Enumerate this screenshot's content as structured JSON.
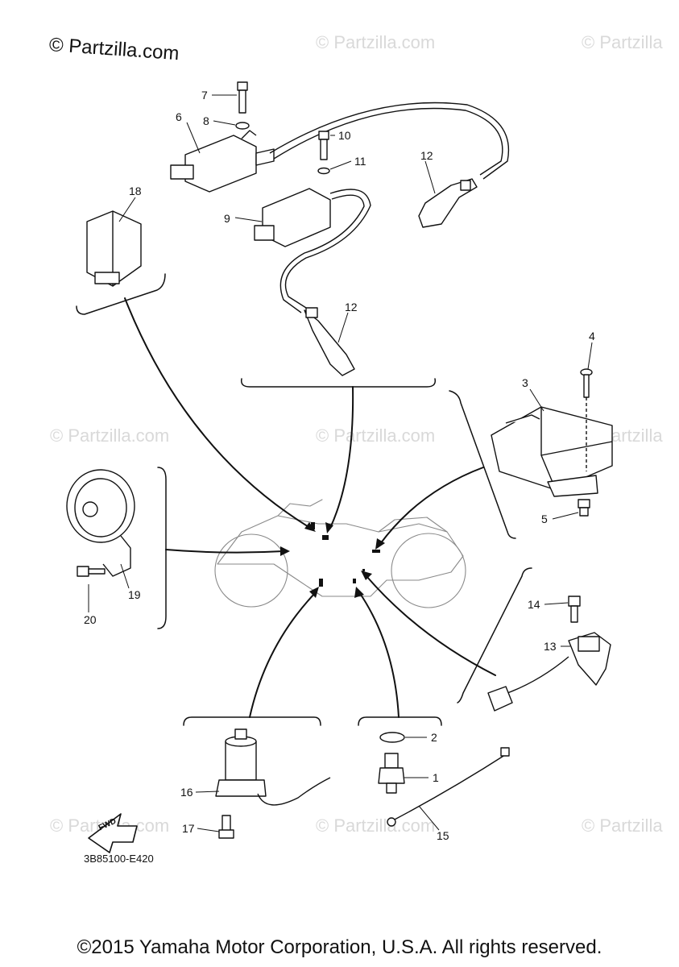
{
  "watermark": {
    "main": "© Partzilla.com",
    "repeat": "© Partzilla.com",
    "repeat_short": "© Partzilla"
  },
  "diagram_code": "3B85100-E420",
  "fwd_label": "FWD",
  "footer": "©2015 Yamaha Motor Corporation, U.S.A. All rights reserved.",
  "callouts": {
    "p1": "1",
    "p2": "2",
    "p3": "3",
    "p4": "4",
    "p5": "5",
    "p6": "6",
    "p7": "7",
    "p8": "8",
    "p9": "9",
    "p10": "10",
    "p11": "11",
    "p12a": "12",
    "p12b": "12",
    "p13": "13",
    "p14": "14",
    "p15": "15",
    "p16": "16",
    "p17": "17",
    "p18": "18",
    "p19": "19",
    "p20": "20"
  }
}
